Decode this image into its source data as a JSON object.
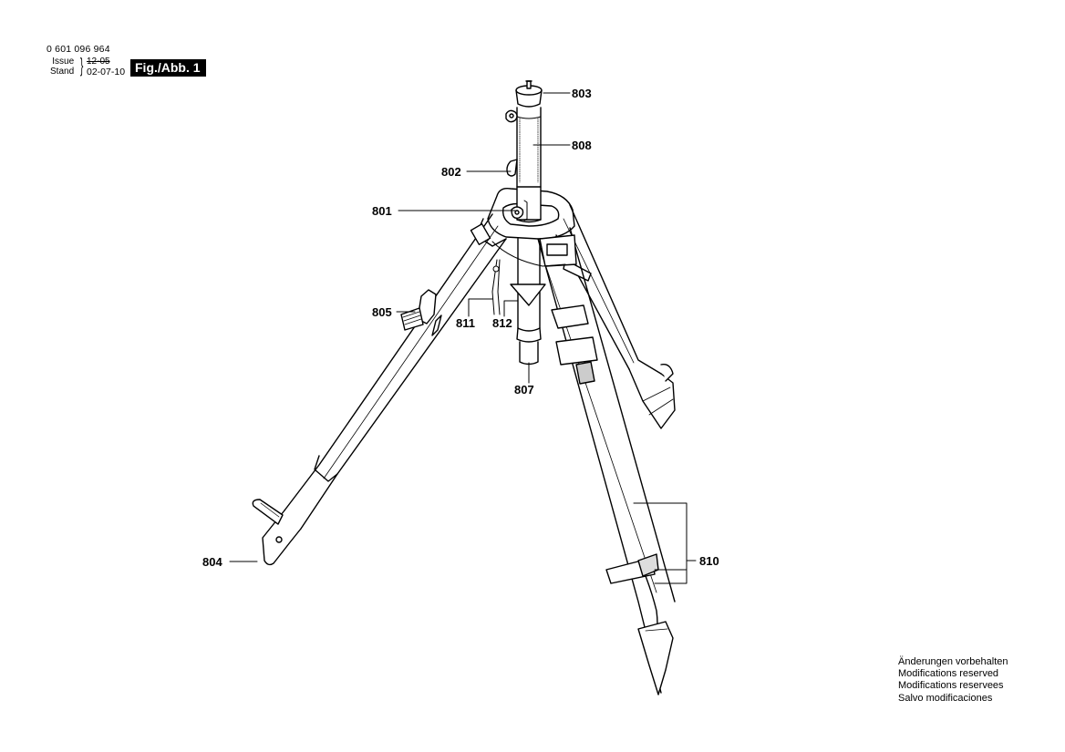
{
  "header": {
    "part_number": "0 601 096 964",
    "issue_label": "Issue",
    "stand_label": "Stand",
    "issue_value_struck": "12-05",
    "stand_value": "02-07-10",
    "figure_label": "Fig./Abb. 1"
  },
  "diagram": {
    "subject": "tripod-exploded-parts-view",
    "callouts": [
      {
        "id": "801",
        "label": "801"
      },
      {
        "id": "802",
        "label": "802"
      },
      {
        "id": "803",
        "label": "803"
      },
      {
        "id": "804",
        "label": "804"
      },
      {
        "id": "805",
        "label": "805"
      },
      {
        "id": "807",
        "label": "807"
      },
      {
        "id": "808",
        "label": "808"
      },
      {
        "id": "810",
        "label": "810"
      },
      {
        "id": "811",
        "label": "811"
      },
      {
        "id": "812",
        "label": "812"
      }
    ]
  },
  "footer": {
    "lines": [
      "Änderungen vorbehalten",
      "Modifications reserved",
      "Modifications reservees",
      "Salvo modificaciones"
    ]
  },
  "colors": {
    "ink": "#000000",
    "paper": "#ffffff",
    "badge_bg": "#000000",
    "badge_fg": "#ffffff"
  }
}
